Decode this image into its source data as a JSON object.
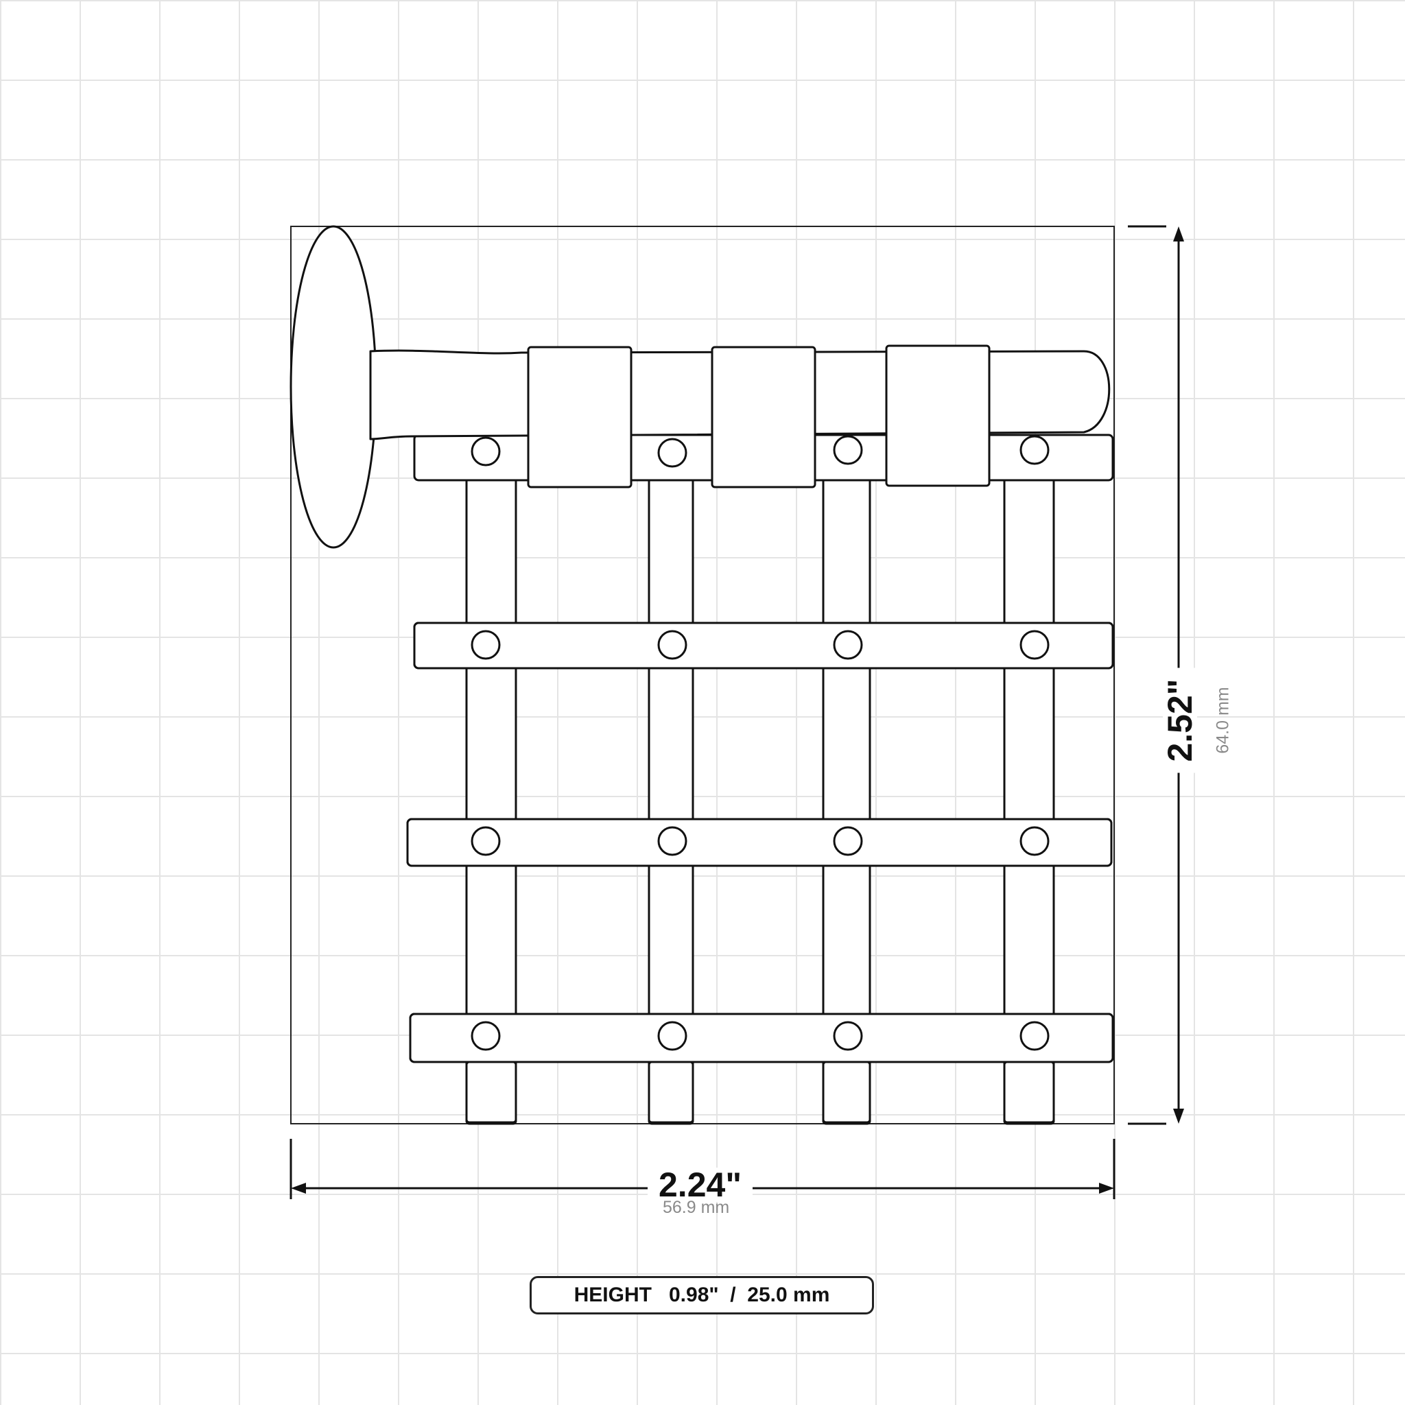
{
  "dimensions": {
    "width": {
      "inches": "2.24\"",
      "mm": "56.9 mm"
    },
    "depth": {
      "inches": "2.52\"",
      "mm": "64.0 mm"
    },
    "height": {
      "label": "HEIGHT",
      "inches": "0.98\"",
      "separator": "/",
      "mm": "25.0 mm"
    }
  },
  "colors": {
    "outline": "#111111",
    "grid": "#e4e4e4",
    "secondary_text": "#8a8a8a"
  },
  "object": {
    "description_icon": "grid-clip-icon",
    "rows": 4,
    "columns": 4
  }
}
